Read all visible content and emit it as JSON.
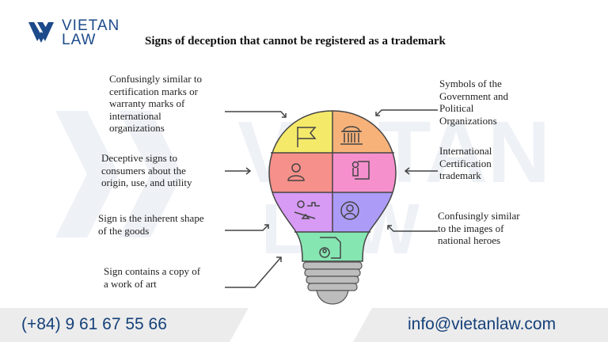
{
  "brand": {
    "line1": "VIETAN",
    "line2": "LAW",
    "color": "#1c4a8a"
  },
  "title": "Signs of deception that cannot be registered as a trademark",
  "left_labels": [
    {
      "lines": [
        "Confusingly similar to",
        "certification marks or",
        "warranty marks of",
        "international",
        "organizations"
      ]
    },
    {
      "lines": [
        "Deceptive signs to",
        "consumers about the",
        "origin, use, and utility"
      ]
    },
    {
      "lines": [
        "Sign is the inherent shape",
        "of the goods"
      ]
    },
    {
      "lines": [
        "Sign contains a copy of",
        "a work of art"
      ]
    }
  ],
  "right_labels": [
    {
      "lines": [
        "Symbols of the",
        "Government and",
        "Political",
        "Organizations"
      ]
    },
    {
      "lines": [
        "International",
        "Certification",
        "trademark"
      ]
    },
    {
      "lines": [
        "Confusingly similar",
        "to the images of",
        "national heroes"
      ]
    }
  ],
  "bulb_sections": [
    {
      "name": "flag",
      "color": "#f5e96a"
    },
    {
      "name": "government-building",
      "color": "#f7b27a"
    },
    {
      "name": "person",
      "color": "#f6908a"
    },
    {
      "name": "certificate",
      "color": "#f590cd"
    },
    {
      "name": "balance-money",
      "color": "#d79af5"
    },
    {
      "name": "user-circle",
      "color": "#ad9cf7"
    },
    {
      "name": "document-user",
      "color": "#86e6b2"
    }
  ],
  "footer": {
    "phone": "(+84) 9 61 67 55 66",
    "email": "info@vietanlaw.com"
  }
}
